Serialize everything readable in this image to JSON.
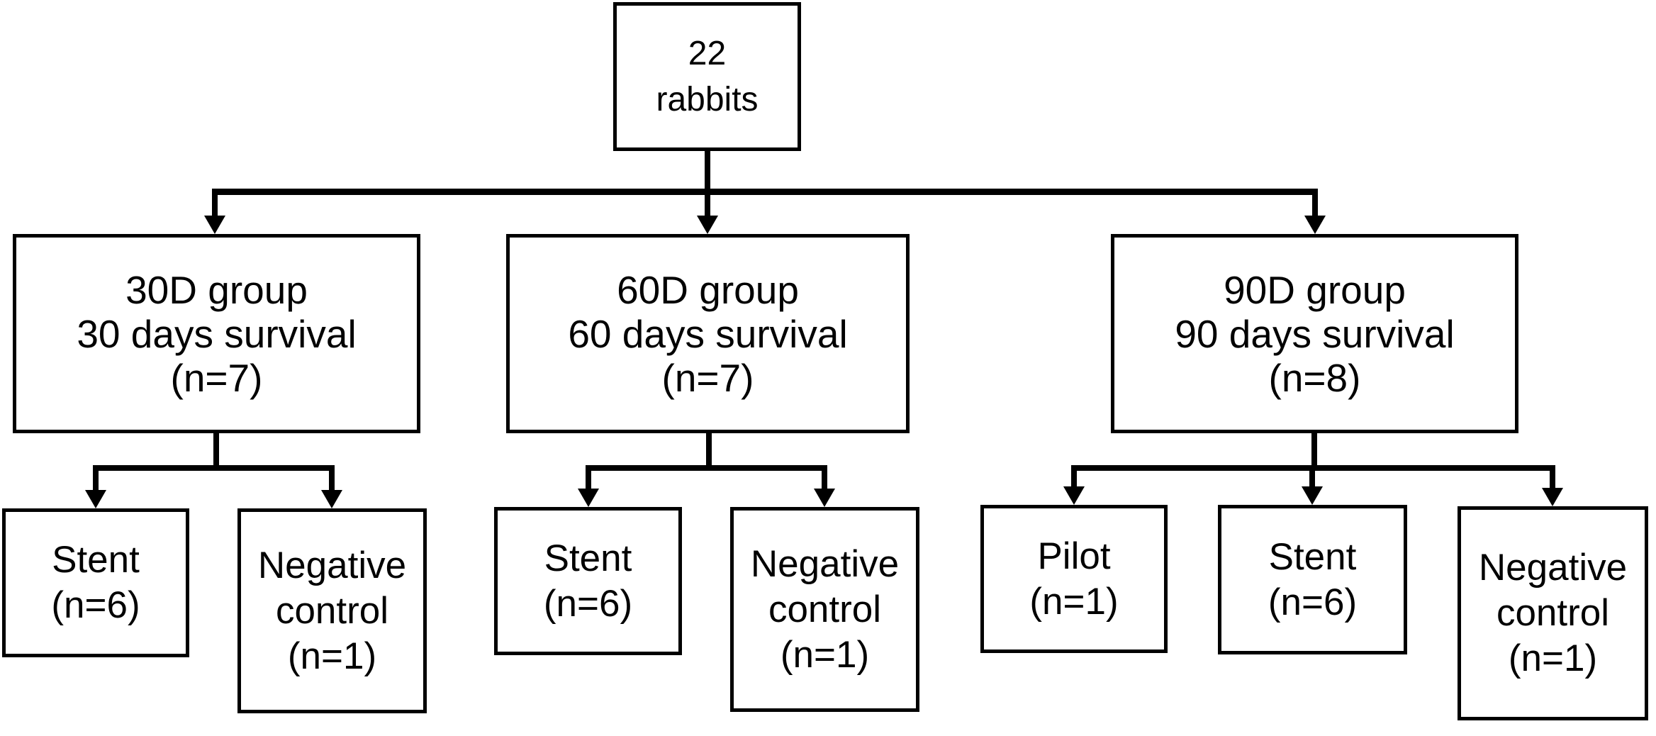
{
  "diagram": {
    "kind": "study-allocation-flowchart",
    "colors": {
      "line": "#000000",
      "background": "#ffffff",
      "text": "#000000"
    },
    "root": {
      "lines": [
        "22",
        "rabbits"
      ]
    },
    "groups": [
      {
        "id": "30d",
        "lines": [
          "30D group",
          "30 days survival",
          "(n=7)"
        ],
        "children": [
          {
            "id": "stent",
            "lines": [
              "Stent",
              "(n=6)"
            ]
          },
          {
            "id": "negative-control",
            "lines": [
              "Negative",
              "control",
              "(n=1)"
            ]
          }
        ]
      },
      {
        "id": "60d",
        "lines": [
          "60D group",
          "60 days survival",
          "(n=7)"
        ],
        "children": [
          {
            "id": "stent",
            "lines": [
              "Stent",
              "(n=6)"
            ]
          },
          {
            "id": "negative-control",
            "lines": [
              "Negative",
              "control",
              "(n=1)"
            ]
          }
        ]
      },
      {
        "id": "90d",
        "lines": [
          "90D group",
          "90 days survival",
          "(n=8)"
        ],
        "children": [
          {
            "id": "pilot",
            "lines": [
              "Pilot",
              "(n=1)"
            ]
          },
          {
            "id": "stent",
            "lines": [
              "Stent",
              "(n=6)"
            ]
          },
          {
            "id": "negative-control",
            "lines": [
              "Negative",
              "control",
              "(n=1)"
            ]
          }
        ]
      }
    ]
  }
}
